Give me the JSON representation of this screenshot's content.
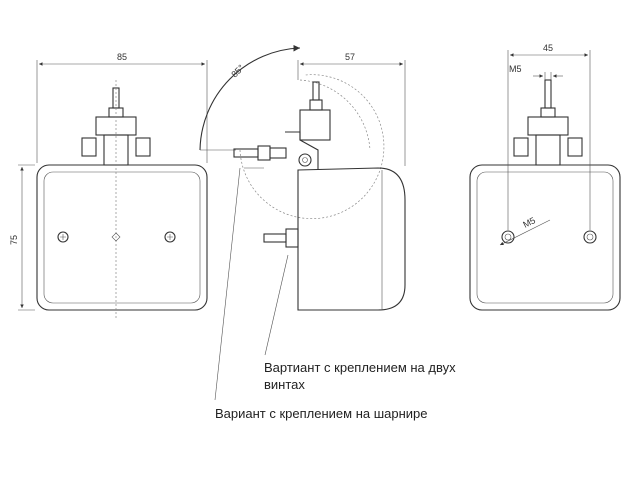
{
  "dimensions": {
    "front_width": "85",
    "front_height": "75",
    "side_depth": "57",
    "hinge_angle": "85°",
    "rear_width": "45",
    "rear_thread": "M5",
    "rear_screw": "M5"
  },
  "captions": {
    "two_screws_line1": "Вартиант с креплением на двух",
    "two_screws_line2": "винтах",
    "hinge": "Вариант с креплением на шарнире"
  }
}
